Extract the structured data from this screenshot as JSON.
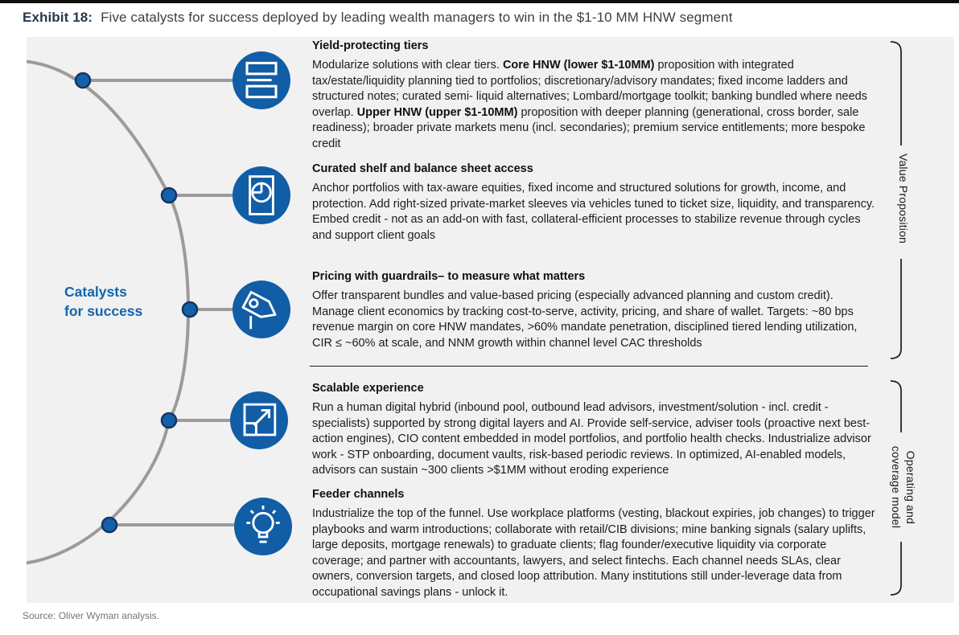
{
  "colors": {
    "icon_blue": "#115da6",
    "accent_blue": "#1265af",
    "navy": "#25394f",
    "curve_gray": "#9b9b9b",
    "panel_bg": "#f1f1f1"
  },
  "header": {
    "exhibit_label": "Exhibit 18:",
    "title": "Five catalysts for success deployed by leading wealth managers to win in the $1-10 MM HNW segment"
  },
  "diagram": {
    "center_label_lines": [
      "Catalysts",
      "for success"
    ],
    "sections": [
      {
        "icon": "tiers-icon",
        "heading": "Yield-protecting tiers",
        "body": [
          {
            "t": "Modularize solutions with clear tiers. "
          },
          {
            "t": "Core HNW (lower $1-10MM)",
            "b": true
          },
          {
            "t": " proposition with integrated tax/estate/liquidity planning tied to portfolios; discretionary/advisory mandates; fixed income ladders and structured notes; curated semi- liquid alternatives; Lombard/mortgage toolkit; banking bundled where needs overlap. "
          },
          {
            "t": "Upper HNW (upper $1-10MM)",
            "b": true
          },
          {
            "t": " proposition with deeper planning (generational, cross border, sale readiness); broader private markets menu (incl. secondaries); premium service entitlements; more bespoke credit"
          }
        ]
      },
      {
        "icon": "report-pie-chart-icon",
        "heading": "Curated shelf and balance sheet access",
        "body": [
          {
            "t": "Anchor portfolios with tax-aware equities, fixed income and structured solutions for growth, income, and protection. Add right-sized private-market sleeves via vehicles tuned to ticket size, liquidity, and transparency. Embed credit - not as an add-on with fast, collateral-efficient processes to stabilize revenue through cycles and support client goals"
          }
        ]
      },
      {
        "icon": "price-tag-icon",
        "heading": "Pricing with guardrails– to measure what matters",
        "body": [
          {
            "t": "Offer transparent bundles and value-based pricing (especially advanced planning and custom credit). Manage client economics by tracking cost-to-serve, activity, pricing, and share of wallet. Targets: ~80 bps revenue margin on core HNW mandates, >60% mandate penetration, disciplined tiered lending utilization, CIR ≤ ~60% at scale, and NNM growth within channel level CAC thresholds"
          }
        ]
      },
      {
        "icon": "expand-icon",
        "heading": "Scalable experience",
        "body": [
          {
            "t": "Run a human digital hybrid (inbound pool, outbound lead advisors, investment/solution - incl. credit - specialists) supported by strong digital layers and AI. Provide self-service, adviser tools (proactive next best-action engines), CIO content embedded in model portfolios, and portfolio health checks. Industrialize advisor work - STP onboarding, document vaults, risk-based periodic reviews. In optimized, AI-enabled models, advisors can sustain ~300 clients >$1MM without eroding experience"
          }
        ]
      },
      {
        "icon": "lightbulb-icon",
        "heading": "Feeder channels",
        "body": [
          {
            "t": "Industrialize the top of the funnel. Use workplace platforms (vesting, blackout expiries, job changes) to trigger playbooks and warm introductions; collaborate with retail/CIB divisions; mine banking signals (salary uplifts, large deposits, mortgage renewals) to graduate clients; flag founder/executive liquidity via corporate coverage; and partner with accountants, lawyers, and select fintechs. Each channel needs SLAs, clear owners, conversion targets, and closed loop attribution. Many institutions still under-leverage data from occupational savings plans - unlock it."
          }
        ]
      }
    ],
    "groups": [
      {
        "label_lines": [
          "Value Proposition"
        ]
      },
      {
        "label_lines": [
          "Operating and",
          "coverage model"
        ]
      }
    ]
  },
  "footer": {
    "source": "Source: Oliver Wyman analysis."
  }
}
